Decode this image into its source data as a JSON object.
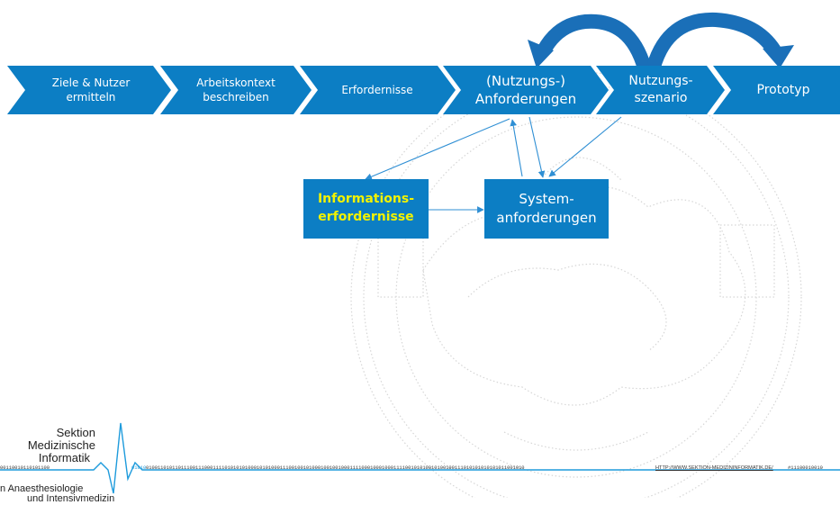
{
  "process_steps": [
    {
      "label_lines": [
        "Ziele &  Nutzer",
        "ermitteln"
      ]
    },
    {
      "label_lines": [
        "Arbeitskontext",
        "beschreiben"
      ]
    },
    {
      "label_lines": [
        "Erfordernisse"
      ]
    },
    {
      "label_lines": [
        "(Nutzungs-)",
        "Anforderungen"
      ]
    },
    {
      "label_lines": [
        "Nutzungs-",
        "szenario"
      ]
    },
    {
      "label_lines": [
        "Prototyp"
      ]
    }
  ],
  "boxes": {
    "informations": {
      "lines": [
        "Informations-",
        "erfordernisse"
      ],
      "text_color": "#f2f200"
    },
    "system": {
      "lines": [
        "System-",
        "anforderungen"
      ],
      "text_color": "#ffffff"
    }
  },
  "logo": {
    "line1": "Sektion",
    "line2": "Medizinische",
    "line3": "Informatik",
    "line4": "n Anaesthesiologie",
    "line5": "und Intensivmedizin"
  },
  "footer": {
    "binary_left": "00110010110101100",
    "binary_mid_accent": "01010",
    "binary_main": "0100110101101110011100011110101010100010101000111001001010001001001000111100010001000111100101010010100100111010101010101011001010",
    "url": "HTTP://WWW.SEKTION-MEDIZININFORMATIK.DE/",
    "binary_right": "#11100010010"
  },
  "colors": {
    "chevron_blue": "#0c7ec4",
    "arrow_blue": "#1a6fb8",
    "line_blue": "#2f8fd4",
    "accent_yellow": "#f2f200",
    "ecg_blue": "#1e9bdc"
  }
}
